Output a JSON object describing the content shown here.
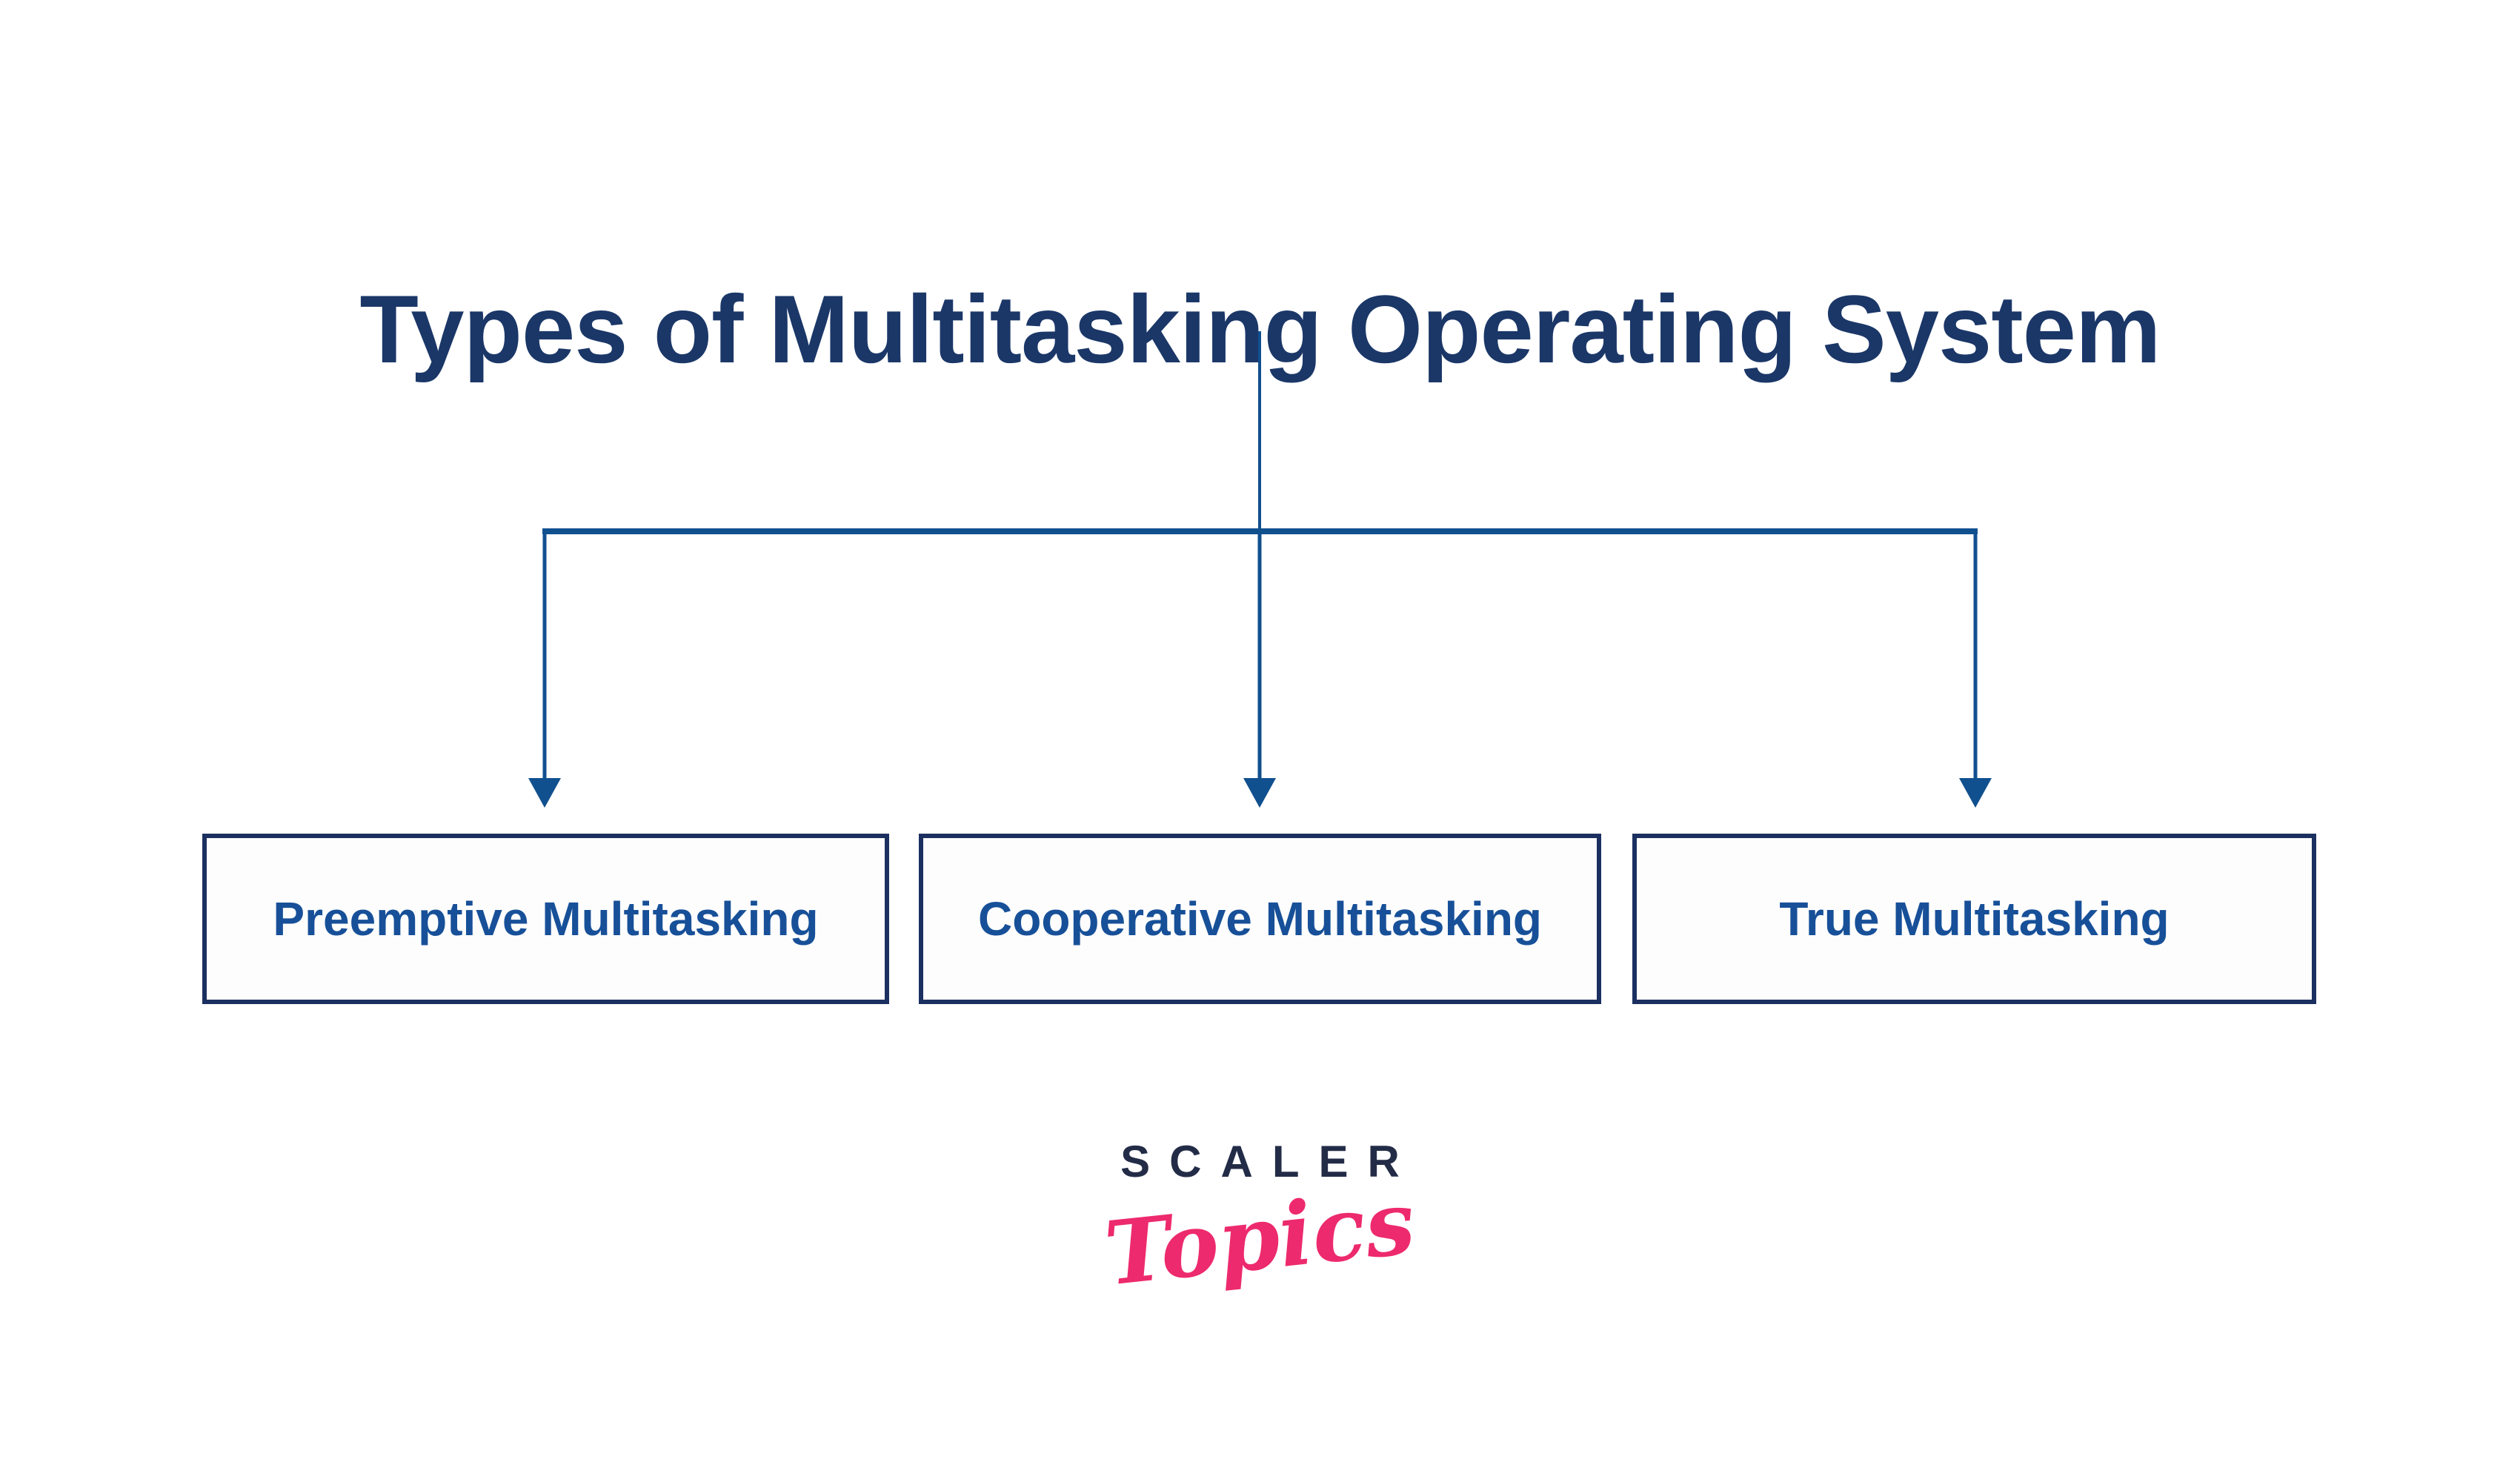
{
  "title": "Types of Multitasking Operating System",
  "boxes": [
    {
      "label": "Preemptive Multitasking"
    },
    {
      "label": "Cooperative Multitasking"
    },
    {
      "label": "True Multitasking"
    }
  ],
  "logo": {
    "brand": "SCALER",
    "sub": "Topics"
  },
  "colors": {
    "title_navy": "#1b3768",
    "box_border": "#1b3060",
    "box_text": "#175098",
    "connector": "#11508f",
    "logo_navy": "#232c47",
    "logo_pink": "#ed2a6d",
    "background": "#ffffff"
  }
}
